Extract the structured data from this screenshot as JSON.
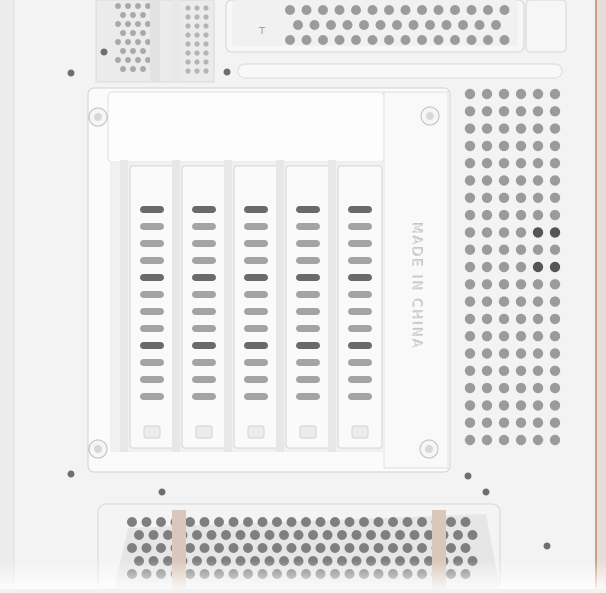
{
  "engraving": {
    "text": "MADE IN CHINA"
  },
  "top_marking": {
    "text": "T"
  },
  "colors": {
    "chassis": "#f4f4f4",
    "panel_edge": "#dcdcdc",
    "holes": "#9b9b9b",
    "dark_holes": "#555555",
    "accent_trim": "#c8a08a"
  },
  "slots": {
    "count": 5
  }
}
